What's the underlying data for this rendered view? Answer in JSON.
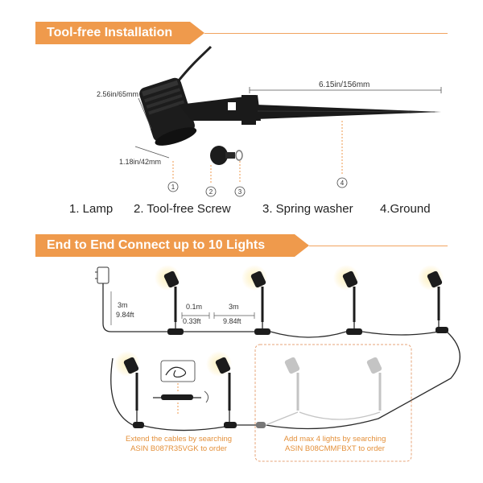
{
  "banners": {
    "top": "Tool-free Installation",
    "bottom": "End to End Connect up to 10 Lights"
  },
  "dimensions": {
    "height": "2.56in/65mm",
    "width": "1.18in/42mm",
    "spike": "6.15in/156mm"
  },
  "callouts": [
    "1",
    "2",
    "3",
    "4"
  ],
  "parts": {
    "lamp": "1. Lamp",
    "screw": "2. Tool-free Screw",
    "washer": "3. Spring washer",
    "ground": "4.Ground"
  },
  "cables": {
    "adapter_len_m": "3m",
    "adapter_len_ft": "9.84ft",
    "gap_m": "0.1m",
    "gap_ft": "0.33ft",
    "link_m": "3m",
    "link_ft": "9.84ft"
  },
  "notes": {
    "extend_line1": "Extend the cables by searching",
    "extend_line2": "ASIN B087R35VGK to order",
    "add_line1": "Add max 4 lights by searching",
    "add_line2": "ASIN B08CMMFBXT to order"
  },
  "colors": {
    "accent": "#ef9a4c",
    "accent_dark": "#e8832f",
    "lamp": "#1c1c1c",
    "cable": "#2a2a2a",
    "ghost": "#bdbdbd",
    "glow": "#fde9a8"
  }
}
